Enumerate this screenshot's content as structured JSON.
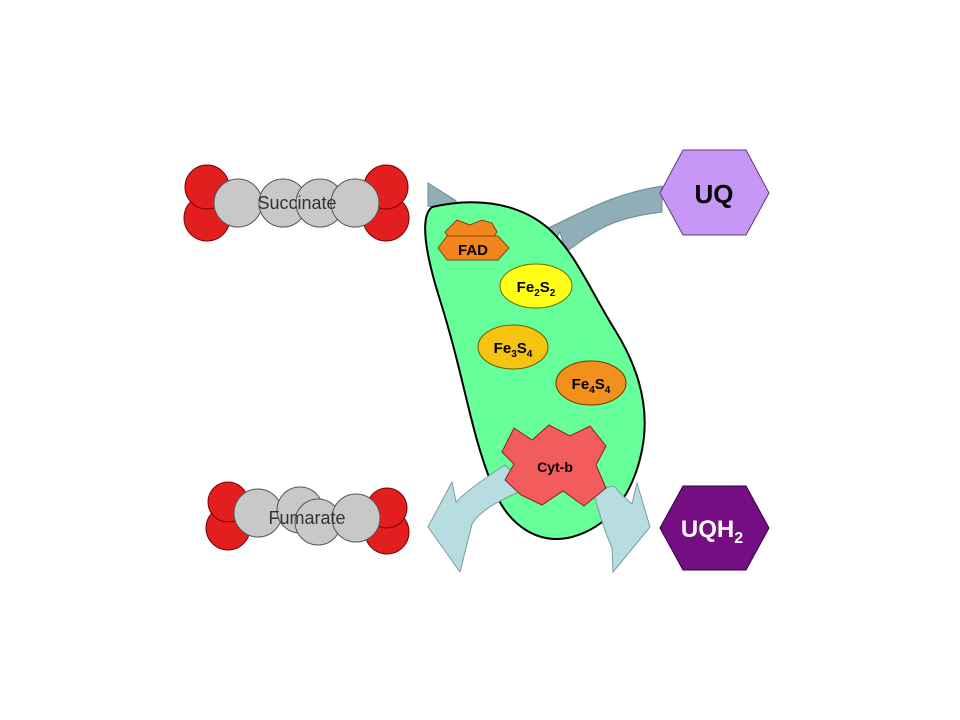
{
  "molecules": {
    "succinate": {
      "label": "Succinate",
      "carbon_color": "#c8c8c8",
      "oxygen_color": "#e31e1e"
    },
    "fumarate": {
      "label": "Fumarate",
      "carbon_color": "#c8c8c8",
      "oxygen_color": "#e31e1e"
    }
  },
  "quinones": {
    "uq": {
      "label": "UQ",
      "color": "#c797f5"
    },
    "uqh2": {
      "label": "UQH",
      "subscript": "2",
      "color": "#750e83"
    }
  },
  "enzyme": {
    "body_color": "#66ff99",
    "fad": {
      "label": "FAD",
      "color": "#f2851e"
    },
    "fe2s2": {
      "element1": "Fe",
      "sub1": "2",
      "element2": "S",
      "sub2": "2",
      "color": "#ffff1a"
    },
    "fe3s4": {
      "element1": "Fe",
      "sub1": "3",
      "element2": "S",
      "sub2": "4",
      "color": "#f5c410"
    },
    "fe4s4": {
      "element1": "Fe",
      "sub1": "4",
      "element2": "S",
      "sub2": "4",
      "color": "#f2901e"
    },
    "cytb": {
      "label": "Cyt-b",
      "color": "#f25c5c"
    }
  },
  "arrows": {
    "input_color": "#8faeb8",
    "output_color": "#b8dde0"
  }
}
